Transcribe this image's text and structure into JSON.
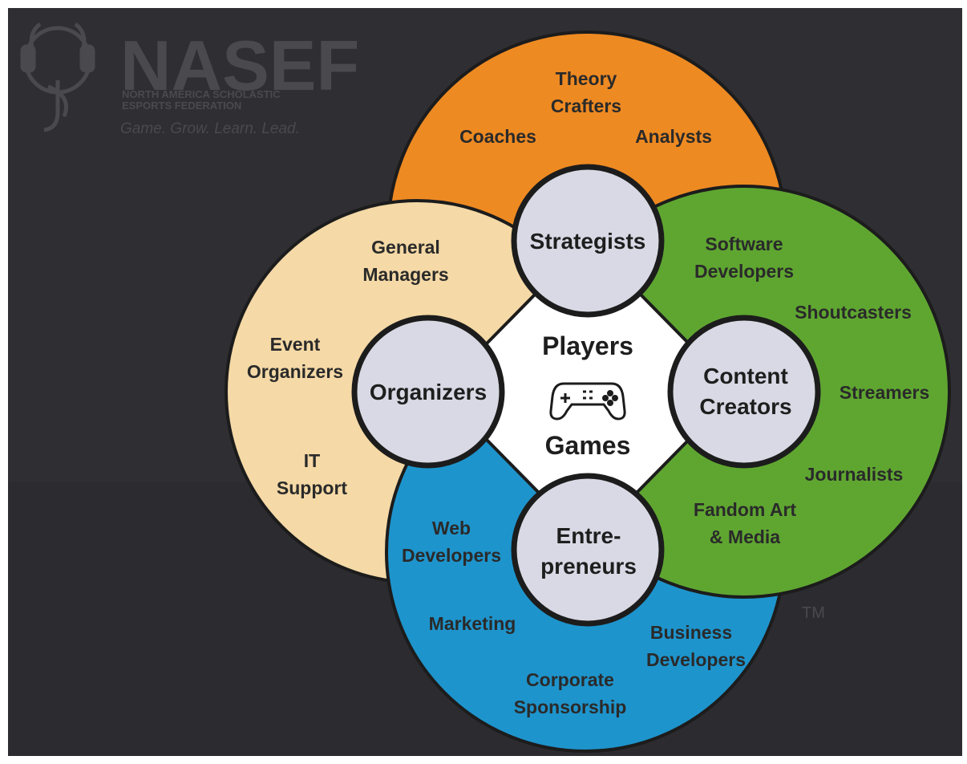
{
  "logo": {
    "name": "NASEF",
    "subtitle_line1": "NORTH AMERICA SCHOLASTIC",
    "subtitle_line2": "ESPORTS FEDERATION",
    "tagline": "Game. Grow. Learn. Lead.",
    "trademark": "TM"
  },
  "colors": {
    "background": "#2f2e33",
    "orange": "#ee8a22",
    "tan": "#f5d9a6",
    "green": "#5fa631",
    "blue": "#1e94cc",
    "hub_fill": "#d8d9e4",
    "center_fill": "#ffffff",
    "outline": "#1c1c1c"
  },
  "center": {
    "top_label": "Players",
    "bottom_label": "Games",
    "icon": "gamepad-icon"
  },
  "hubs": {
    "strategists": "Strategists",
    "organizers": "Organizers",
    "content_line1": "Content",
    "content_line2": "Creators",
    "entre_line1": "Entre-",
    "entre_line2": "preneurs"
  },
  "roles": {
    "theory_line1": "Theory",
    "theory_line2": "Crafters",
    "coaches": "Coaches",
    "analysts": "Analysts",
    "gm_line1": "General",
    "gm_line2": "Managers",
    "event_line1": "Event",
    "event_line2": "Organizers",
    "it_line1": "IT",
    "it_line2": "Support",
    "software_line1": "Software",
    "software_line2": "Developers",
    "shoutcasters": "Shoutcasters",
    "streamers": "Streamers",
    "journalists": "Journalists",
    "fandom_line1": "Fandom Art",
    "fandom_line2": "& Media",
    "web_line1": "Web",
    "web_line2": "Developers",
    "marketing": "Marketing",
    "business_line1": "Business",
    "business_line2": "Developers",
    "corporate_line1": "Corporate",
    "corporate_line2": "Sponsorship"
  }
}
